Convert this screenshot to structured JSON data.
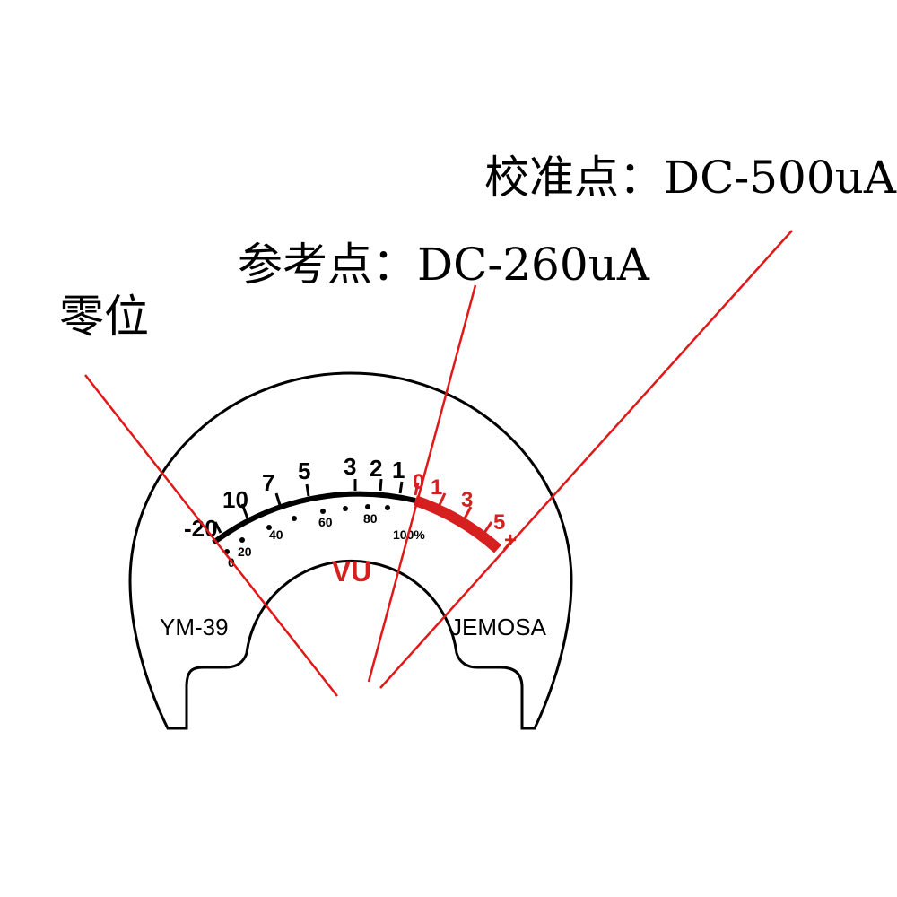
{
  "annotations": {
    "calibration_point": "校准点：DC-500uA",
    "reference_point": "参考点：DC-260uA",
    "zero_position": "零位"
  },
  "meter": {
    "vu_scale": [
      "-20",
      "10",
      "7",
      "5",
      "3",
      "2",
      "1",
      "0",
      "1",
      "3",
      "5",
      "+"
    ],
    "percent_scale": [
      "0",
      "20",
      "40",
      "60",
      "80",
      "100%"
    ],
    "unit_label": "VU",
    "model_label": "YM-39",
    "brand_label": "JEMOSA"
  },
  "colors": {
    "red_zone": "#d61f1f",
    "indicator_lines": "#e01818",
    "outline": "#000000"
  }
}
